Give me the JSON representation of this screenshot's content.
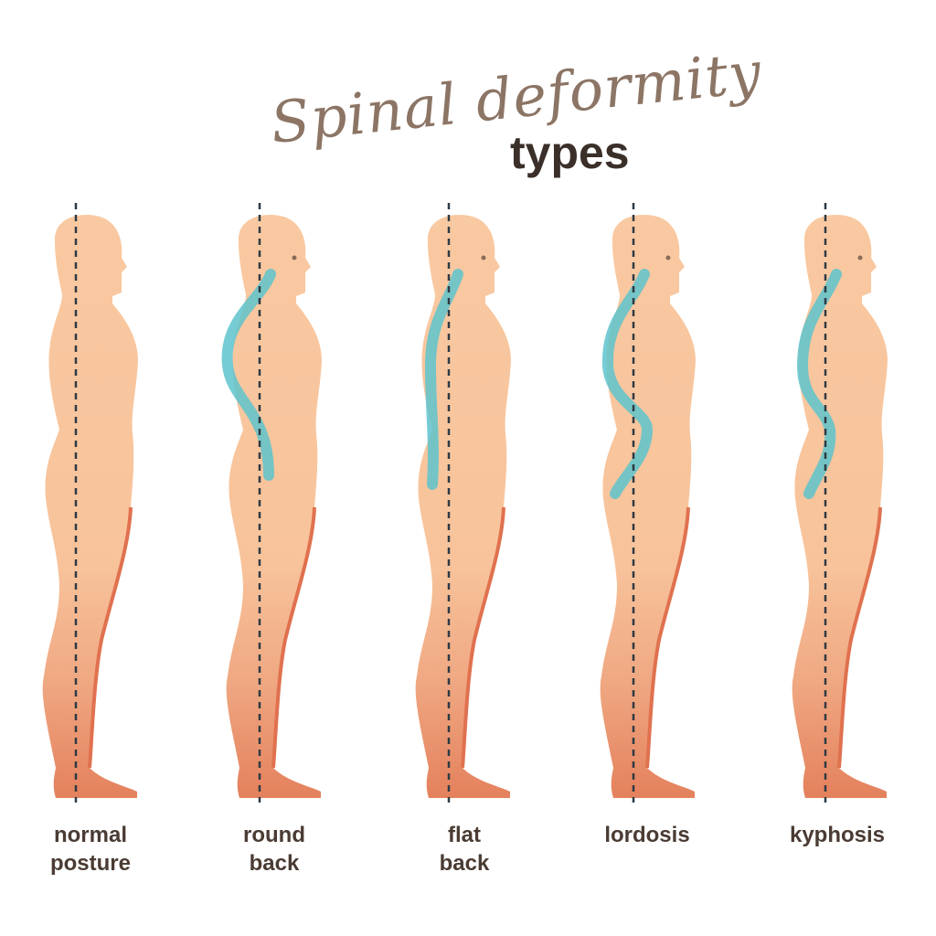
{
  "title": {
    "script": "Spinal deformity",
    "main": "types"
  },
  "figures": [
    {
      "label_line1": "normal",
      "label_line2": "posture",
      "spine": "none"
    },
    {
      "label_line1": "round",
      "label_line2": "back",
      "spine": "round"
    },
    {
      "label_line1": "flat",
      "label_line2": "back",
      "spine": "flat"
    },
    {
      "label_line1": "lordosis",
      "label_line2": "",
      "spine": "lordosis"
    },
    {
      "label_line1": "kyphosis",
      "label_line2": "",
      "spine": "kyphosis"
    }
  ],
  "colors": {
    "skin_top": "#f9c8a0",
    "skin_bottom": "#e88a62",
    "spine": "#5ec3cc",
    "guide": "#2e3a44"
  }
}
